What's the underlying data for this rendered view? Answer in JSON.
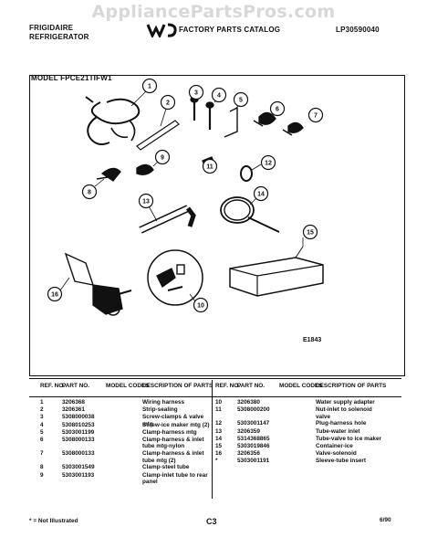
{
  "watermark": "AppliancePartsPros.com",
  "header": {
    "brand": "FRIGIDAIRE",
    "product": "REFRIGERATOR",
    "catalog_title": "FACTORY PARTS CATALOG",
    "catalog_number": "LP30590040",
    "model": "MODEL FPCE21TIFW1"
  },
  "diagram": {
    "callouts": [
      "1",
      "2",
      "3",
      "4",
      "5",
      "6",
      "7",
      "8",
      "9",
      "10",
      "11",
      "12",
      "13",
      "14",
      "15",
      "16"
    ],
    "figure_code": "E1843"
  },
  "parts_table": {
    "headers": {
      "ref_no": "REF. NO.",
      "part_no": "PART NO.",
      "model_codes": "MODEL CODES",
      "description": "DESCRIPTION OF PARTS"
    },
    "left": [
      {
        "ref": "1",
        "part": "3206368",
        "desc": "Wiring harness"
      },
      {
        "ref": "2",
        "part": "3206361",
        "desc": "Strip-sealing"
      },
      {
        "ref": "3",
        "part": "5308000038",
        "desc": "Screw-clamps & valve mtg"
      },
      {
        "ref": "4",
        "part": "5308010253",
        "desc": "Screw-ice maker mtg (2)"
      },
      {
        "ref": "5",
        "part": "5303001199",
        "desc": "Clamp-harness mtg"
      },
      {
        "ref": "6",
        "part": "5308000133",
        "desc": "Clamp-harness & inlet tube mtg-nylon"
      },
      {
        "ref": "7",
        "part": "5308000133",
        "desc": "Clamp-harness & inlet tube mtg (2)"
      },
      {
        "ref": "8",
        "part": "5303001549",
        "desc": "Clamp-steel tube"
      },
      {
        "ref": "9",
        "part": "5303001193",
        "desc": "Clamp-inlet tube to rear panel"
      }
    ],
    "right": [
      {
        "ref": "10",
        "part": "3206380",
        "desc": "Water supply adapter"
      },
      {
        "ref": "11",
        "part": "5308000200",
        "desc": "Nut-inlet to solenoid valve"
      },
      {
        "ref": "12",
        "part": "5303001147",
        "desc": "Plug-harness hole"
      },
      {
        "ref": "13",
        "part": "3206359",
        "desc": "Tube-water inlet"
      },
      {
        "ref": "14",
        "part": "5314368865",
        "desc": "Tube-valve to ice maker"
      },
      {
        "ref": "15",
        "part": "5303019846",
        "desc": "Container-ice"
      },
      {
        "ref": "16",
        "part": "3206356",
        "desc": "Valve-solenoid"
      },
      {
        "ref": "*",
        "part": "5303001191",
        "desc": "Sleeve-tube insert"
      }
    ]
  },
  "footer": {
    "note": "* = Not Illustrated",
    "page": "C3",
    "date": "6/90"
  }
}
